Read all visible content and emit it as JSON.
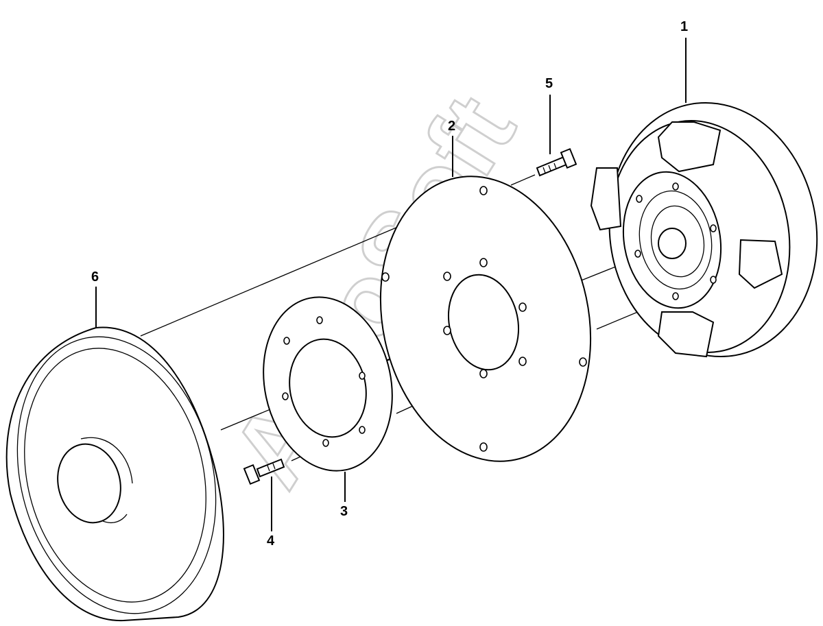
{
  "callouts": {
    "part_1": "1",
    "part_2": "2",
    "part_3": "3",
    "part_4": "4",
    "part_5": "5",
    "part_6": "6"
  },
  "watermark": "AutoSoft",
  "colors": {
    "line": "#000000",
    "background": "#ffffff",
    "watermark": "#cfcfcf"
  }
}
